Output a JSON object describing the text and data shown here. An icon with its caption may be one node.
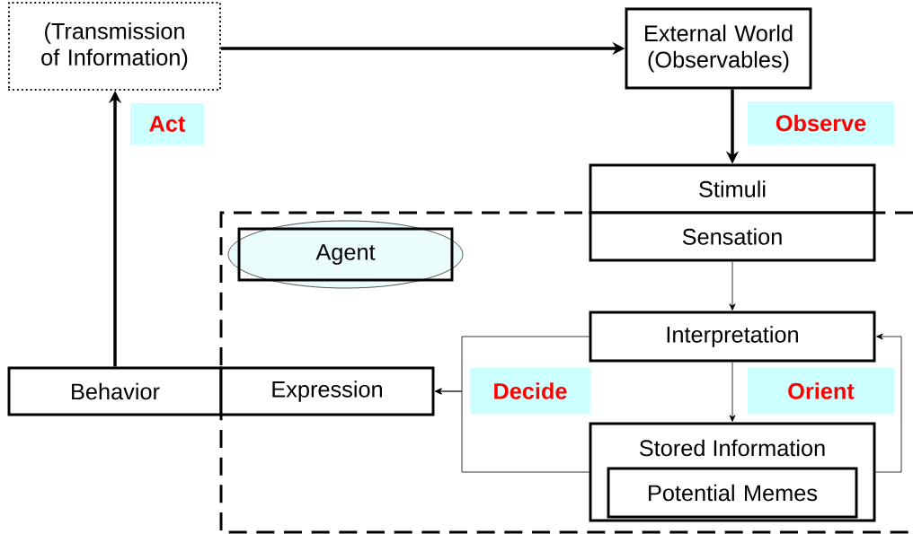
{
  "diagram": {
    "nodes": [
      {
        "text": [
          "(Transmission of Information)"
        ]
      },
      {
        "text": [
          "External World (Observables)"
        ]
      },
      {
        "text": [
          "Act"
        ]
      },
      {
        "text": [
          "Observe"
        ]
      },
      {
        "text": [
          "Stimuli"
        ]
      },
      {
        "text": [
          "Sensation"
        ]
      },
      {
        "text": [
          "Agent"
        ]
      },
      {
        "text": [
          "Interpretation"
        ]
      },
      {
        "text": [
          "Behavior"
        ]
      },
      {
        "text": [
          "Expression"
        ]
      },
      {
        "text": [
          "Decide"
        ]
      },
      {
        "text": [
          "Orient"
        ]
      },
      {
        "text": [
          "Stored Information"
        ]
      },
      {
        "text": [
          "Potential Memes"
        ],
        "in": 12
      }
    ],
    "edges": [
      {
        "from": 0,
        "to": 1,
        "arrow": "to",
        "style": "thick"
      },
      {
        "from": 1,
        "to": 4,
        "arrow": "to",
        "style": "thick"
      },
      {
        "from": 5,
        "to": 7,
        "arrow": "to"
      },
      {
        "from": 7,
        "to": 12,
        "arrow": "to"
      },
      {
        "from": 7,
        "to": 9,
        "arrow": "to"
      },
      {
        "from": 12,
        "to": 9,
        "arrow": "to"
      },
      {
        "from": 12,
        "to": 7,
        "arrow": "to"
      },
      {
        "from": 8,
        "to": 0,
        "arrow": "to",
        "style": "thick"
      }
    ]
  }
}
